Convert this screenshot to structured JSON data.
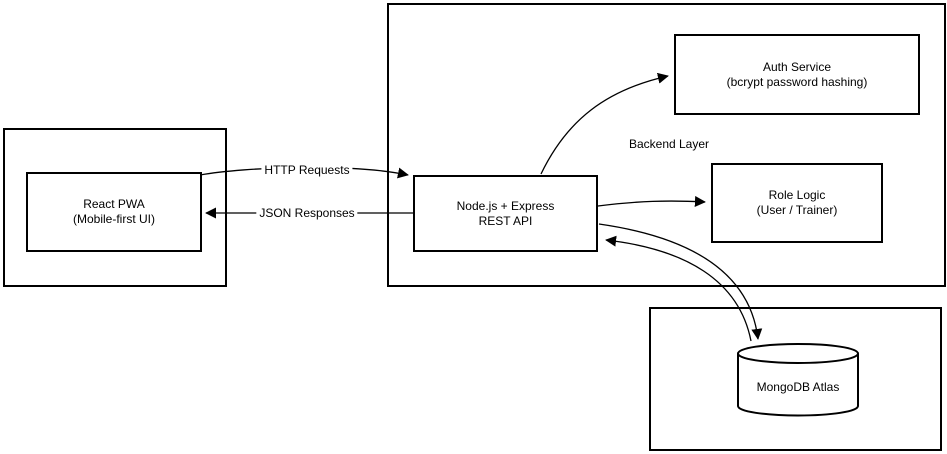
{
  "diagram": {
    "colors": {
      "stroke": "#000000",
      "background": "#ffffff"
    },
    "containers": {
      "backend_layer": {
        "label": "Backend Layer"
      }
    },
    "nodes": {
      "react_pwa": {
        "title": "React PWA",
        "subtitle": "(Mobile-first UI)"
      },
      "node_express": {
        "title": "Node.js + Express",
        "subtitle": "REST API"
      },
      "auth_service": {
        "title": "Auth Service",
        "subtitle": "(bcrypt password hashing)"
      },
      "role_logic": {
        "title": "Role Logic",
        "subtitle": "(User / Trainer)"
      },
      "mongodb": {
        "title": "MongoDB Atlas"
      }
    },
    "edges": {
      "http_requests": {
        "label": "HTTP Requests"
      },
      "json_responses": {
        "label": "JSON Responses"
      }
    }
  }
}
